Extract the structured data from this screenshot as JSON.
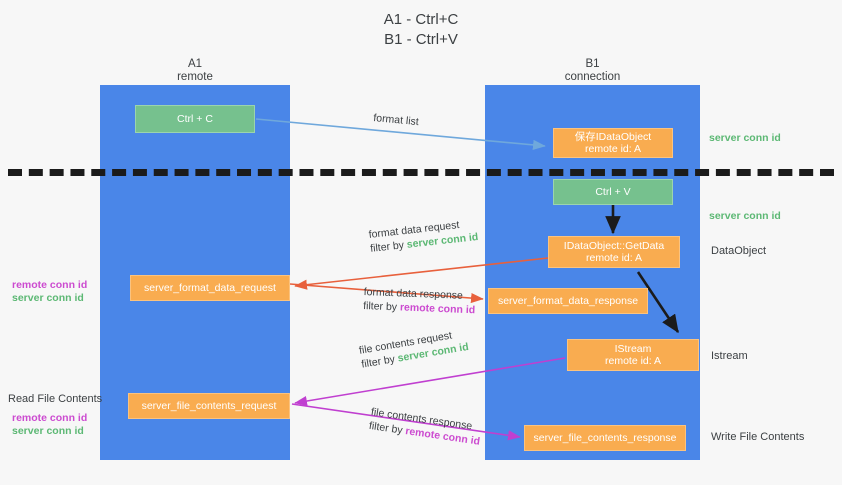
{
  "title": {
    "line1": "A1 - Ctrl+C",
    "line2": "B1 - Ctrl+V"
  },
  "lanes": [
    {
      "id": "a1",
      "name": "A1",
      "sub": "remote"
    },
    {
      "id": "b1",
      "name": "B1",
      "sub": "connection"
    }
  ],
  "nodes": {
    "ctrl_c": {
      "line1": "Ctrl + C",
      "line2": ""
    },
    "save_idataobject": {
      "line1": "保存IDataObject",
      "line2": "remote id: A"
    },
    "ctrl_v": {
      "line1": "Ctrl + V",
      "line2": ""
    },
    "idataobject_getdata": {
      "line1": "IDataObject::GetData",
      "line2": "remote id: A"
    },
    "istream": {
      "line1": "IStream",
      "line2": "remote id: A"
    },
    "format_data_request": {
      "line1": "server_format_data_request",
      "line2": ""
    },
    "format_data_response": {
      "line1": "server_format_data_response",
      "line2": ""
    },
    "file_contents_request": {
      "line1": "server_file_contents_request",
      "line2": ""
    },
    "file_contents_response": {
      "line1": "server_file_contents_response",
      "line2": ""
    }
  },
  "edges": {
    "format_list": {
      "label": "format list"
    },
    "format_data_request": {
      "label": "format data request",
      "filter_prefix": "filter by ",
      "filter_key": "server conn id"
    },
    "format_data_response": {
      "label": "format data response",
      "filter_prefix": "filter by ",
      "filter_key": "remote conn id"
    },
    "file_contents_request": {
      "label": "file contents request",
      "filter_prefix": "filter by ",
      "filter_key": "server conn id"
    },
    "file_contents_response": {
      "label": "file contents response",
      "filter_prefix": "filter by ",
      "filter_key": "remote conn id"
    }
  },
  "right_labels": {
    "server_conn_id_top": "server conn id",
    "server_conn_id_mid": "server conn id",
    "dataobject": "DataObject",
    "istream": "Istream",
    "write_file_contents": "Write File Contents"
  },
  "left_labels": {
    "remote_conn_id_upper": "remote conn id",
    "server_conn_id_upper": "server conn id",
    "read_file_contents": "Read File Contents",
    "remote_conn_id_lower": "remote conn id",
    "server_conn_id_lower": "server conn id"
  },
  "colors": {
    "lane": "#4a86e8",
    "green_box": "#76c18e",
    "orange_box": "#f9ac50",
    "green_text": "#5cb874",
    "magenta_text": "#cc4bd0",
    "arrow_blue": "#6fa8dc",
    "arrow_red": "#e8603c",
    "arrow_magenta": "#c03fd0",
    "arrow_black": "#1b1b1b",
    "background": "#f7f7f7",
    "text": "#3c4043"
  }
}
